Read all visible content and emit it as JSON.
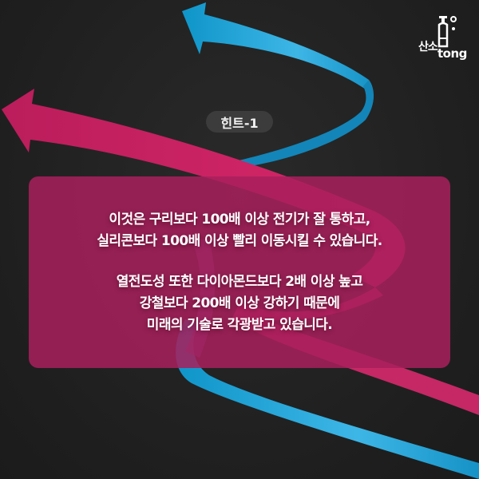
{
  "brand": {
    "name_ko": "산소",
    "name_en": "tong",
    "icon": "oxygen-tank-icon"
  },
  "badge": {
    "label": "힌트-1"
  },
  "card": {
    "paragraphs": [
      {
        "lines": [
          "이것은 구리보다 100배 이상 전기가 잘 통하고,",
          "실리콘보다 100배 이상 빨리 이동시킬 수 있습니다."
        ]
      },
      {
        "lines": [
          "열전도성 또한 다이아몬드보다 2배 이상 높고",
          "강철보다 200배 이상 강하기 때문에",
          "미래의 기술로 각광받고 있습니다."
        ]
      }
    ]
  },
  "colors": {
    "background": "#1f1f1f",
    "ribbon_blue": "#1ba3d6",
    "ribbon_pink": "#c4215f",
    "card": "#a8205c",
    "badge": "#3c3c3c"
  }
}
